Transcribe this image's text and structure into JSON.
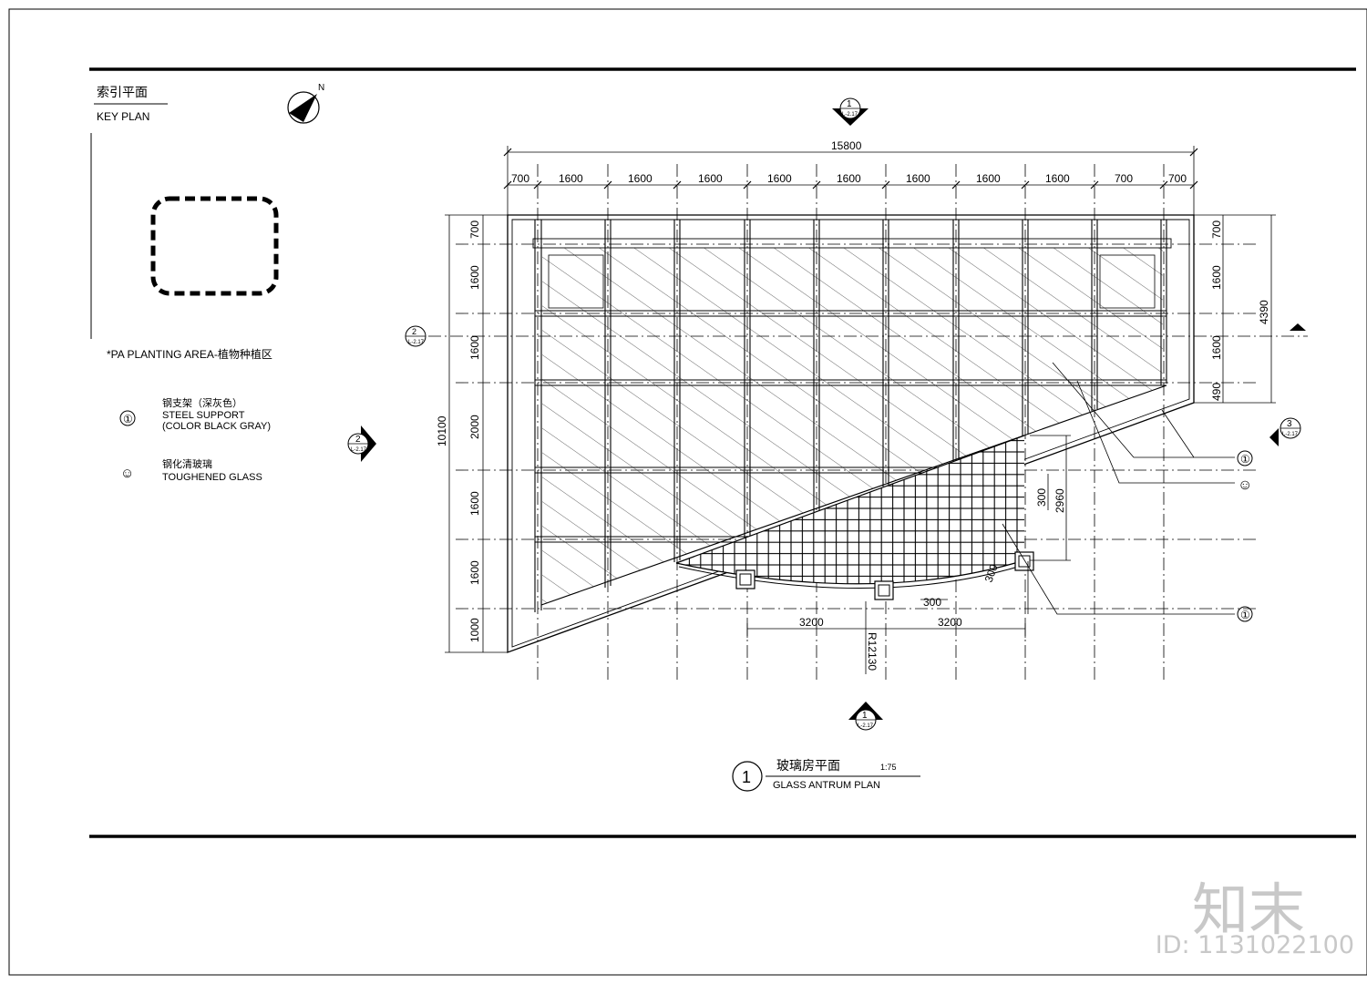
{
  "key_plan": {
    "title_cn": "索引平面",
    "title_en": "KEY PLAN",
    "north": "N",
    "planting_note": "*PA   PLANTING AREA-植物种植区"
  },
  "legend": [
    {
      "symbol": "①",
      "label_cn": "钢支架（深灰色）",
      "label_en_1": "STEEL SUPPORT",
      "label_en_2": "(COLOR BLACK GRAY)"
    },
    {
      "symbol": "☺",
      "label_cn": "钢化清玻璃",
      "label_en_1": "TOUGHENED GLASS",
      "label_en_2": ""
    }
  ],
  "plan": {
    "title_num": "1",
    "title_cn": "玻璃房平面",
    "scale": "1:75",
    "title_en": "GLASS ANTRUM PLAN"
  },
  "dimensions": {
    "overall_width": "15800",
    "top_segments": [
      "700",
      "1600",
      "1600",
      "1600",
      "1600",
      "1600",
      "1600",
      "1600",
      "1600",
      "700"
    ],
    "left_segments": [
      "700",
      "1600",
      "1600",
      "2000",
      "1600",
      "1600",
      "1000"
    ],
    "left_total": "10100",
    "right_segments": [
      "700",
      "1600",
      "1600",
      "490"
    ],
    "right_total": "4390",
    "d2960": "2960",
    "d300a": "300",
    "d300b": "300",
    "d300c": "300",
    "d3200a": "3200",
    "d3200b": "3200",
    "radius": "R12130"
  },
  "section_marks": [
    {
      "num": "1",
      "ref": "L-2.17"
    },
    {
      "num": "2",
      "ref": "L-2.17"
    },
    {
      "num": "3",
      "ref": "L-2.17"
    },
    {
      "num": "2",
      "ref": "L-2.17"
    },
    {
      "num": "1",
      "ref": "L-2.17"
    }
  ],
  "callouts": [
    "①",
    "☺",
    "①"
  ],
  "watermark": {
    "brand": "知末",
    "id": "ID: 1131022100"
  }
}
